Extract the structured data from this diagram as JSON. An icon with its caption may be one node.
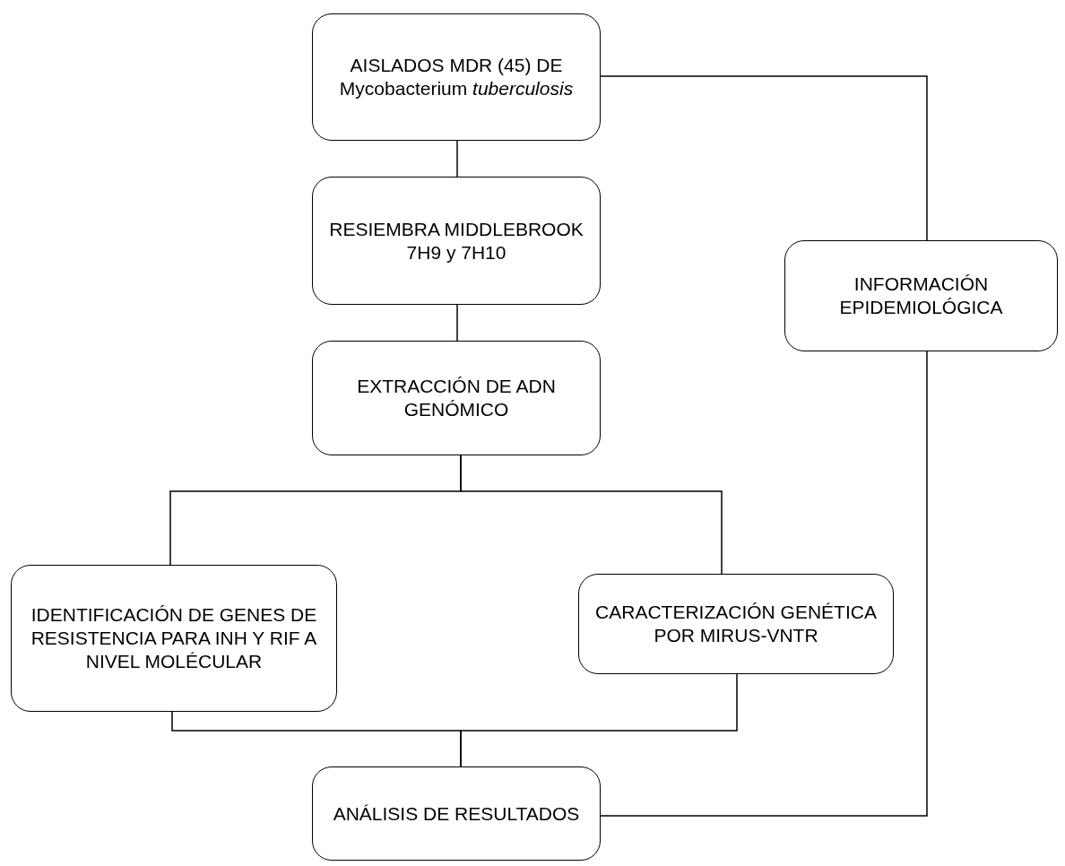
{
  "diagram": {
    "nodes": [
      {
        "text": [
          "AISLADOS MDR (45) DE Mycobacterium *tuberculosis*"
        ]
      },
      {
        "text": [
          "RESIEMBRA MIDDLEBROOK 7H9 y 7H10"
        ]
      },
      {
        "text": [
          "EXTRACCIÓN DE ADN GENÓMICO"
        ]
      },
      {
        "text": [
          "IDENTIFICACIÓN DE GENES DE RESISTENCIA PARA INH Y RIF A NIVEL MOLÉCULAR"
        ]
      },
      {
        "text": [
          "CARACTERIZACIÓN GENÉTICA POR MIRUS-VNTR"
        ]
      },
      {
        "text": [
          "INFORMACIÓN EPIDEMIOLÓGICA"
        ]
      },
      {
        "text": [
          "ANÁLISIS DE RESULTADOS"
        ]
      }
    ],
    "edges": [
      {
        "from": 0,
        "to": 1,
        "arrow": "none"
      },
      {
        "from": 1,
        "to": 2,
        "arrow": "none"
      },
      {
        "from": 2,
        "to": 3,
        "arrow": "none"
      },
      {
        "from": 2,
        "to": 4,
        "arrow": "none"
      },
      {
        "from": 3,
        "to": 6,
        "arrow": "none"
      },
      {
        "from": 4,
        "to": 6,
        "arrow": "none"
      },
      {
        "from": 0,
        "to": 5,
        "arrow": "none"
      },
      {
        "from": 5,
        "to": 6,
        "arrow": "none"
      }
    ]
  }
}
